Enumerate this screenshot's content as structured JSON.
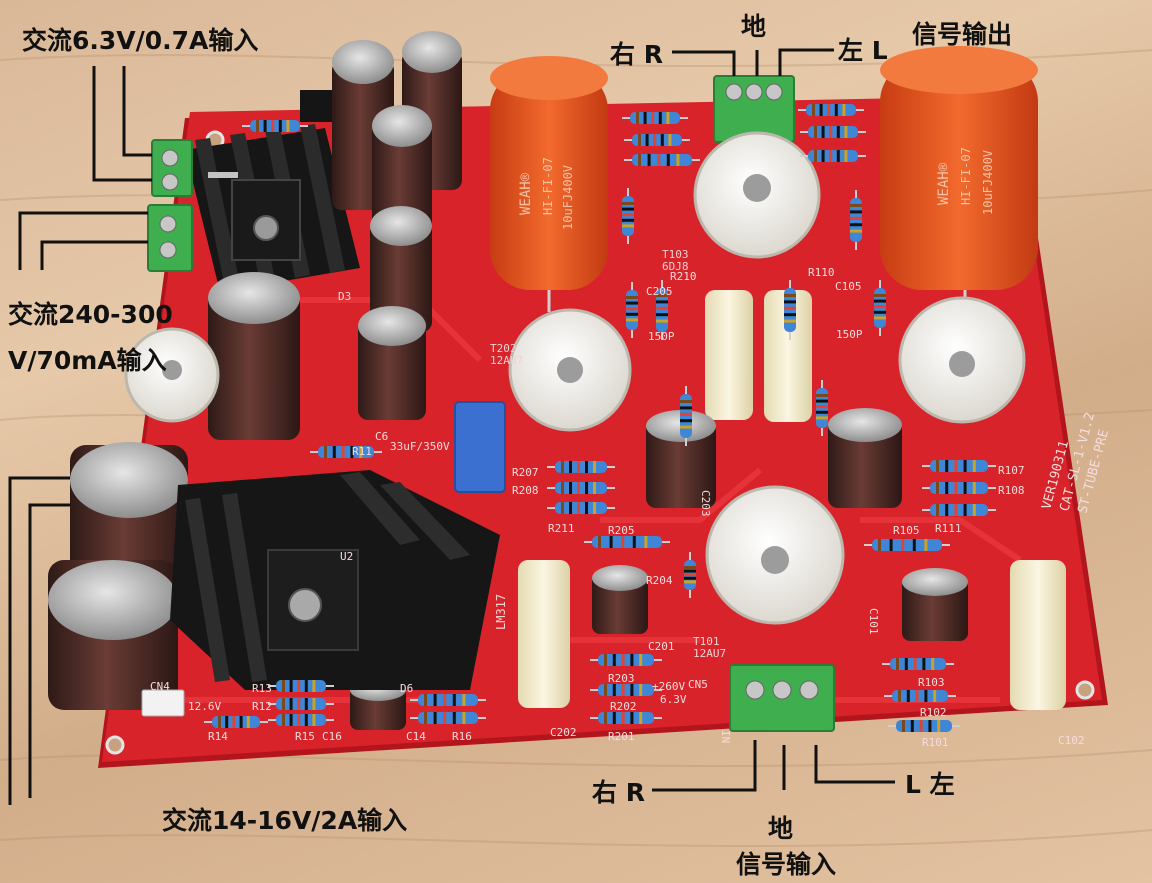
{
  "annotations": {
    "ac_6v3": "交流6.3V/0.7A输入",
    "ac_240_line1": "交流240-300",
    "ac_240_line2": "V/70mA输入",
    "ac_14_16": "交流14-16V/2A输入",
    "out_right": "右 R",
    "out_ground": "地",
    "out_left": "左 L",
    "signal_output": "信号输出",
    "in_right": "右 R",
    "in_left": "L 左",
    "in_ground": "地",
    "signal_input": "信号输入"
  },
  "pcb_text": {
    "board_version": "VER190311",
    "board_model": "CAT-SL-1-V1.2",
    "board_name": "ST-TUBE-PRE",
    "tube_t103": "T103",
    "tube_t103_type": "6DJ8",
    "tube_t202": "T202",
    "tube_t202_type": "12AU7",
    "tube_t101": "T101",
    "tube_t101_type": "12AU7",
    "regulator": "LM317",
    "voltage_260": "+260V",
    "voltage_63": "6.3V",
    "voltage_126": "12.6V",
    "cap_c6": "C6",
    "cap_c6_value": "33uF/350V",
    "cap_brand": "WEAH®",
    "cap_series": "HI-FI-07",
    "cap_value": "10uFJ400V",
    "cn4": "CN4",
    "cn5": "CN5",
    "in_marker": "IN",
    "c205": "C205",
    "c105": "C105",
    "p150": "150P",
    "r210": "R210",
    "r110": "R110",
    "r207": "R207",
    "r208": "R208",
    "r107": "R107",
    "r108": "R108",
    "r211": "R211",
    "r111": "R111",
    "r205": "R205",
    "r105": "R105",
    "r204": "R204",
    "r203": "R203",
    "r202": "R202",
    "r201": "R201",
    "r103": "R103",
    "r102": "R102",
    "r101": "R101",
    "r13": "R13",
    "r12": "R12",
    "r14": "R14",
    "r15": "R15",
    "r16": "R16",
    "r11": "R11",
    "c16": "C16",
    "c14": "C14",
    "c201": "C201",
    "c202": "C202",
    "c203": "C203",
    "c101": "C101",
    "c102": "C102",
    "d6": "D6",
    "d3": "D3",
    "u2": "U2"
  },
  "colors": {
    "pcb": "#d8232a",
    "pcb_dark": "#b3151c",
    "heatsink": "#161616",
    "terminal": "#3fae4f",
    "orange_cap": "#e9501d",
    "electrolytic": "#4a2a26",
    "socket": "#f3f1ec",
    "film_cap": "#f1e9c8",
    "wood": "#dcbb99"
  }
}
